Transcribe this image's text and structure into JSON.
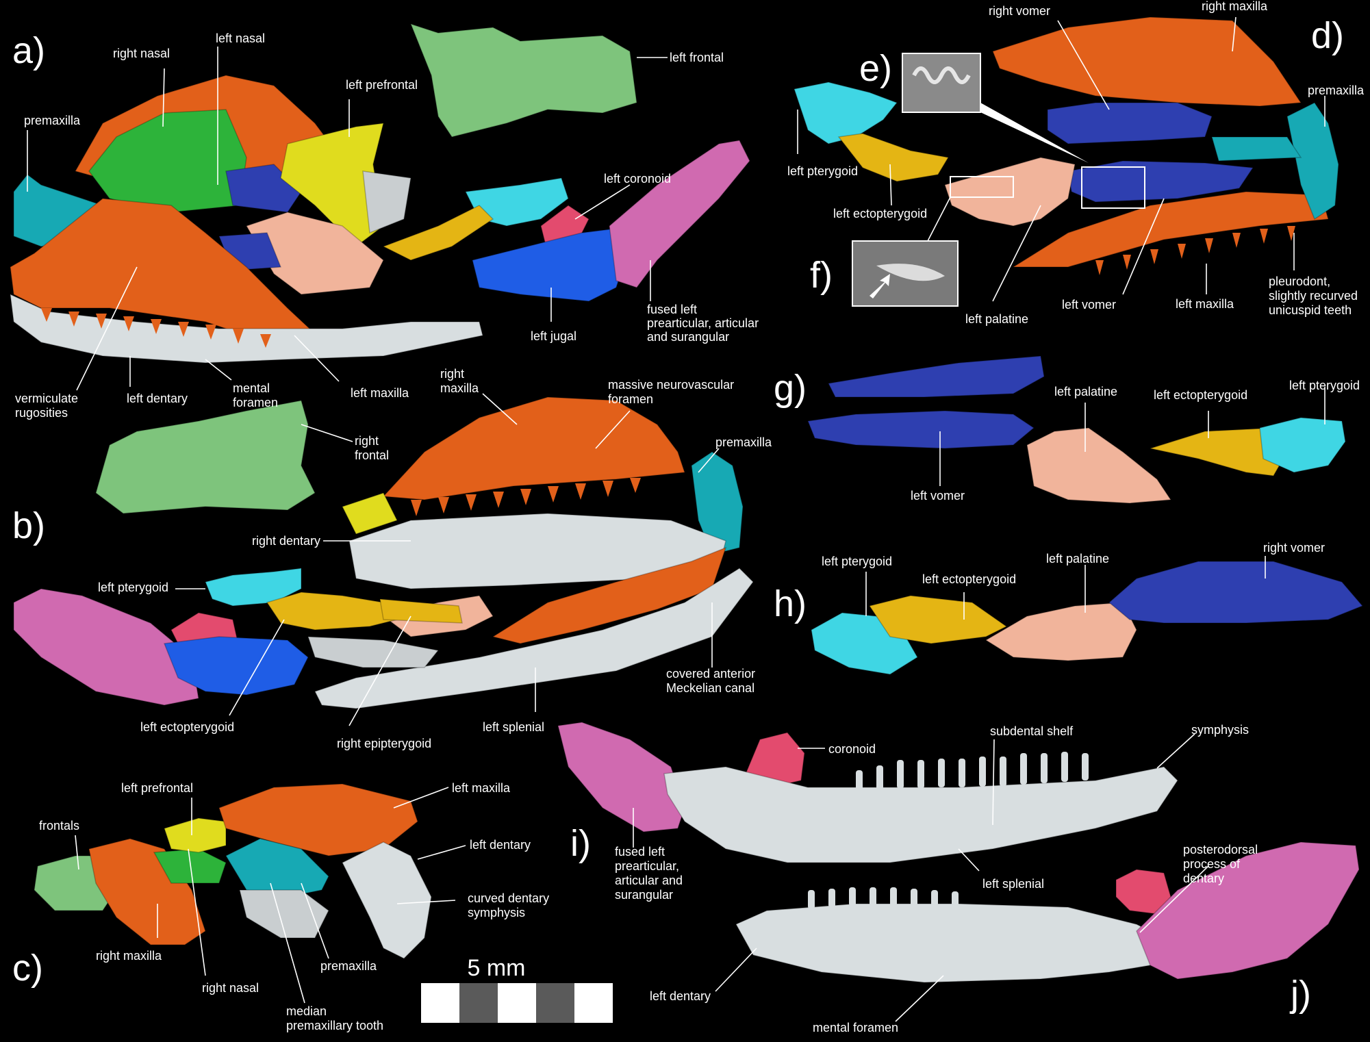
{
  "colors": {
    "background": "#000000",
    "maxilla": "#e2601a",
    "nasal": "#2db33a",
    "premaxilla": "#17a9b4",
    "prefrontal": "#e0dc1e",
    "frontal": "#7ec47c",
    "dentary": "#d8dee0",
    "vomer": "#2e3fb0",
    "palatine": "#f1b49b",
    "pterygoid": "#3fd6e4",
    "ectopterygoid": "#e4b514",
    "coronoid": "#e34b6e",
    "jugal": "#1f5de6",
    "postdentary": "#d06ab0",
    "label": "#ffffff"
  },
  "panels": {
    "a": "a)",
    "b": "b)",
    "c": "c)",
    "d": "d)",
    "e": "e)",
    "f": "f)",
    "g": "g)",
    "h": "h)",
    "i": "i)",
    "j": "j)"
  },
  "labels": {
    "a": {
      "right_nasal": "right nasal",
      "left_nasal": "left nasal",
      "left_prefrontal": "left prefrontal",
      "left_frontal": "left frontal",
      "premaxilla": "premaxilla",
      "left_coronoid": "left coronoid",
      "fused_1": "fused left",
      "fused_2": "prearticular, articular",
      "fused_3": "and surangular",
      "left_jugal": "left jugal",
      "vermiculate_1": "vermiculate",
      "vermiculate_2": "rugosities",
      "left_dentary": "left dentary",
      "mental_1": "mental",
      "mental_2": "foramen",
      "left_maxilla": "left maxilla"
    },
    "b": {
      "right_maxilla_1": "right",
      "right_maxilla_2": "maxilla",
      "massive_1": "massive neurovascular",
      "massive_2": "foramen",
      "right_frontal_1": "right",
      "right_frontal_2": "frontal",
      "premaxilla": "premaxilla",
      "right_dentary": "right dentary",
      "left_pterygoid": "left pterygoid",
      "covered_1": "covered anterior",
      "covered_2": "Meckelian canal",
      "left_ectopterygoid": "left ectopterygoid",
      "right_epipterygoid": "right epipterygoid",
      "left_splenial": "left splenial"
    },
    "c": {
      "left_prefrontal": "left prefrontal",
      "left_maxilla": "left maxilla",
      "frontals": "frontals",
      "left_dentary": "left dentary",
      "curved_1": "curved dentary",
      "curved_2": "symphysis",
      "right_maxilla": "right maxilla",
      "right_nasal": "right nasal",
      "premaxilla": "premaxilla",
      "median_1": "median",
      "median_2": "premaxillary tooth"
    },
    "d": {
      "right_vomer": "right vomer",
      "right_maxilla": "right maxilla",
      "premaxilla": "premaxilla",
      "left_pterygoid": "left pterygoid",
      "left_ectopterygoid": "left ectopterygoid",
      "left_palatine": "left palatine",
      "left_vomer": "left vomer",
      "left_maxilla": "left maxilla",
      "pleurodont_1": "pleurodont,",
      "pleurodont_2": "slightly recurved",
      "pleurodont_3": "unicuspid teeth"
    },
    "g": {
      "left_palatine": "left palatine",
      "left_ectopterygoid": "left ectopterygoid",
      "left_pterygoid": "left pterygoid",
      "left_vomer": "left vomer"
    },
    "h": {
      "left_pterygoid": "left pterygoid",
      "left_ectopterygoid": "left ectopterygoid",
      "left_palatine": "left palatine",
      "right_vomer": "right vomer"
    },
    "i": {
      "coronoid": "coronoid",
      "subdental_shelf": "subdental shelf",
      "symphysis": "symphysis",
      "fused_1": "fused left",
      "fused_2": "prearticular,",
      "fused_3": "articular and",
      "fused_4": "surangular",
      "left_splenial": "left splenial"
    },
    "j": {
      "posterodorsal_1": "posterodorsal",
      "posterodorsal_2": "process of",
      "posterodorsal_3": "dentary",
      "left_dentary": "left dentary",
      "mental_foramen": "mental foramen"
    }
  },
  "scale_bar": {
    "label": "5 mm"
  }
}
